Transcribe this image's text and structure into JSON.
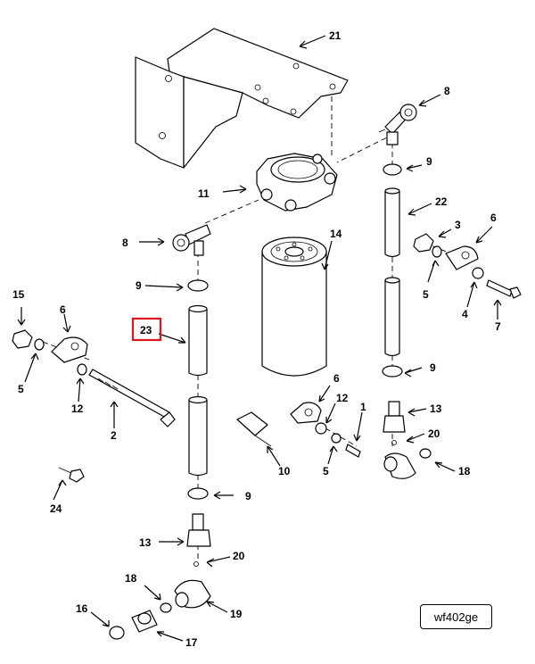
{
  "diagram": {
    "figure_code": "wf402ge",
    "highlighted_callout": "23",
    "highlight_color": "#e0141e",
    "callouts": {
      "c1": "1",
      "c2": "2",
      "c3": "3",
      "c4": "4",
      "c5a": "5",
      "c5b": "5",
      "c5c": "5",
      "c6a": "6",
      "c6b": "6",
      "c6c": "6",
      "c7": "7",
      "c8a": "8",
      "c8b": "8",
      "c9a": "9",
      "c9b": "9",
      "c9c": "9",
      "c9d": "9",
      "c10": "10",
      "c11": "11",
      "c12a": "12",
      "c12b": "12",
      "c13a": "13",
      "c13b": "13",
      "c14": "14",
      "c15": "15",
      "c16": "16",
      "c17": "17",
      "c18a": "18",
      "c18b": "18",
      "c19": "19",
      "c20a": "20",
      "c20b": "20",
      "c21": "21",
      "c22": "22",
      "c23": "23",
      "c24": "24"
    }
  }
}
